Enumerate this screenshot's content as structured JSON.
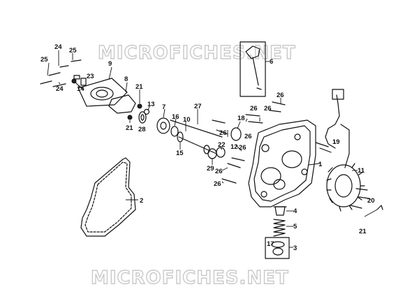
{
  "watermark": {
    "top": "MICROFICHES.NET",
    "bottom": "MICROFICHES.NET"
  },
  "callouts": {
    "c1": "1",
    "c2": "2",
    "c3": "3",
    "c4": "4",
    "c5": "5",
    "c6": "6",
    "c7": "7",
    "c8": "8",
    "c9": "9",
    "c10": "10",
    "c11": "11",
    "c12": "12",
    "c13": "13",
    "c14": "14",
    "c15": "15",
    "c16": "16",
    "c17": "17",
    "c18": "18",
    "c19": "19",
    "c20": "20",
    "c21a": "21",
    "c21b": "21",
    "c21c": "21",
    "c22": "22",
    "c23": "23",
    "c24a": "24",
    "c24b": "24",
    "c25a": "25",
    "c25b": "25",
    "c26a": "26",
    "c26b": "26",
    "c26c": "26",
    "c26d": "26",
    "c26e": "26",
    "c26f": "26",
    "c26g": "26",
    "c26h": "26",
    "c27": "27",
    "c28": "28",
    "c29": "29"
  }
}
